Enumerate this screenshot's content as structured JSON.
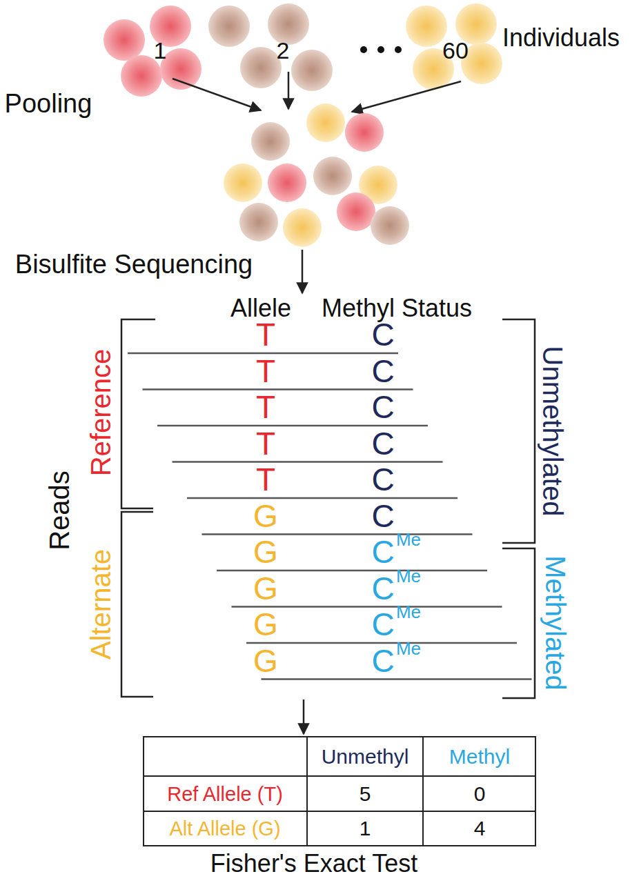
{
  "diagram": {
    "labels": [
      "1",
      "2",
      "60",
      "Individuals",
      "Pooling",
      "Bisulfite Sequencing",
      "Allele",
      "Methyl Status",
      "Reference",
      "Reads",
      "Alternate",
      "T",
      "C",
      "T",
      "C",
      "T",
      "C",
      "T",
      "C",
      "T",
      "C",
      "G",
      "C",
      "G",
      "C",
      "Me",
      "G",
      "C",
      "Me",
      "G",
      "C",
      "Me",
      "G",
      "C",
      "Me",
      "Unmethylated",
      "Methylated",
      "Unmethyl",
      "Methyl",
      "Ref Allele (T)",
      "5",
      "0",
      "Alt Allele (G)",
      "1",
      "4",
      "Fisher's Exact Test"
    ]
  }
}
